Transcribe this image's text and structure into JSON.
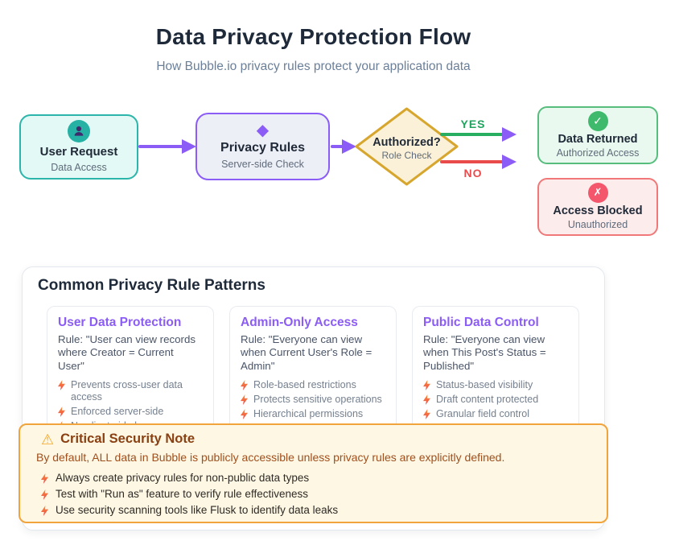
{
  "header": {
    "title": "Data Privacy Protection Flow",
    "subtitle": "How Bubble.io privacy rules protect your application data"
  },
  "flow": {
    "user_request": {
      "title": "User Request",
      "subtitle": "Data Access"
    },
    "privacy_rules": {
      "title": "Privacy Rules",
      "subtitle": "Server-side Check",
      "icon_glyph": "◆"
    },
    "decision": {
      "title": "Authorized?",
      "subtitle": "Role Check"
    },
    "data_returned": {
      "title": "Data Returned",
      "subtitle": "Authorized Access",
      "icon_glyph": "✓"
    },
    "access_blocked": {
      "title": "Access Blocked",
      "subtitle": "Unauthorized",
      "icon_glyph": "✗"
    },
    "labels": {
      "yes": "YES",
      "no": "NO"
    },
    "colors": {
      "purple": "#8b5cf6",
      "teal": "#2cb5aa",
      "gold": "#d6a62f",
      "green": "#27ae60",
      "red": "#e94b4b"
    }
  },
  "patterns": {
    "heading": "Common Privacy Rule Patterns",
    "cards": [
      {
        "title": "User Data Protection",
        "rule": "Rule: \"User can view records where Creator = Current User\"",
        "points": [
          "Prevents cross-user data access",
          "Enforced server-side",
          "No client-side bypass possible"
        ]
      },
      {
        "title": "Admin-Only Access",
        "rule": "Rule: \"Everyone can view when Current User's Role = Admin\"",
        "points": [
          "Role-based restrictions",
          "Protects sensitive operations",
          "Hierarchical permissions"
        ]
      },
      {
        "title": "Public Data Control",
        "rule": "Rule: \"Everyone can view when This Post's Status = Published\"",
        "points": [
          "Status-based visibility",
          "Draft content protected",
          "Granular field control"
        ]
      }
    ]
  },
  "security_note": {
    "title": "Critical Security Note",
    "warning": "By default, ALL data in Bubble is publicly accessible unless privacy rules are explicitly defined.",
    "points": [
      "Always create privacy rules for non-public data types",
      "Test with \"Run as\" feature to verify rule effectiveness",
      "Use security scanning tools like Flusk to identify data leaks"
    ],
    "accent_color": "#f1a33c"
  }
}
